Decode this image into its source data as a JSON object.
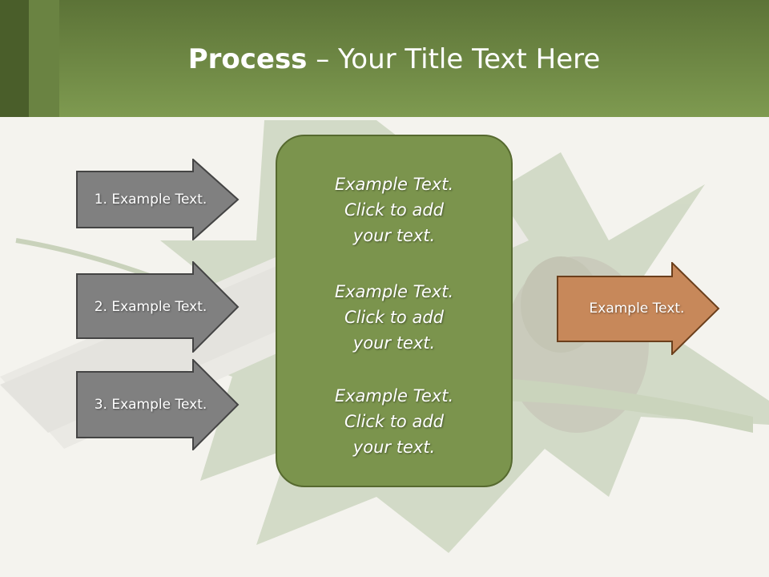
{
  "slide": {
    "title_bold": "Process",
    "title_rest": " – Your Title Text Here"
  },
  "steps": [
    {
      "label": "1. Example Text."
    },
    {
      "label": "2. Example Text."
    },
    {
      "label": "3. Example Text."
    }
  ],
  "center_box": {
    "blocks": [
      {
        "line1": "Example Text.",
        "line2": "Click  to add",
        "line3": "your text."
      },
      {
        "line1": "Example Text.",
        "line2": "Click  to add",
        "line3": "your text."
      },
      {
        "line1": "Example Text.",
        "line2": "Click  to add",
        "line3": "your text."
      }
    ]
  },
  "result": {
    "label": "Example Text."
  },
  "colors": {
    "header": "#7e9a50",
    "step_arrow": "#808080",
    "center_box": "#7b944d",
    "result_arrow": "#c7885a"
  }
}
